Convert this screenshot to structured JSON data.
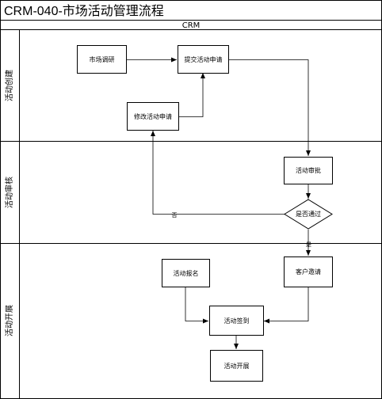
{
  "title": "CRM-040-市场活动管理流程",
  "pool": "CRM",
  "lanes": [
    "活动创建",
    "活动审核",
    "活动开展"
  ],
  "nodes": {
    "market_research": "市场调研",
    "submit_request": "提交活动申请",
    "modify_request": "修改活动申请",
    "approve": "活动审批",
    "decision": "是否通过",
    "signup": "活动报名",
    "invite": "客户邀请",
    "checkin": "活动签到",
    "launch": "活动开展"
  },
  "edges": {
    "no": "否",
    "yes": "是"
  }
}
